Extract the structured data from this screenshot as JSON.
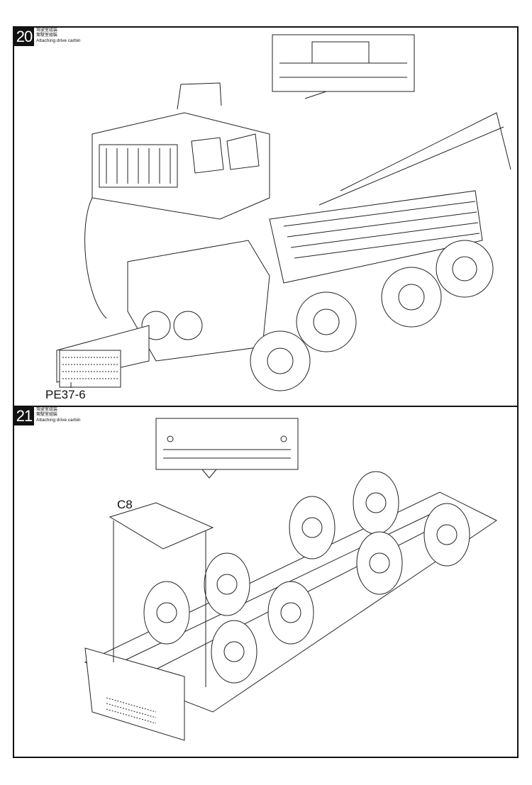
{
  "steps": [
    {
      "number": "20",
      "caption_sc": "驾驶室组装",
      "caption_tc": "駕駛室組裝",
      "caption_en": "Attaching drive carbin",
      "part_label": "PE37-6"
    },
    {
      "number": "21",
      "caption_sc": "驾驶室组装",
      "caption_tc": "駕駛室組裝",
      "caption_en": "Attaching drive carbin",
      "part_label": "C8"
    }
  ]
}
